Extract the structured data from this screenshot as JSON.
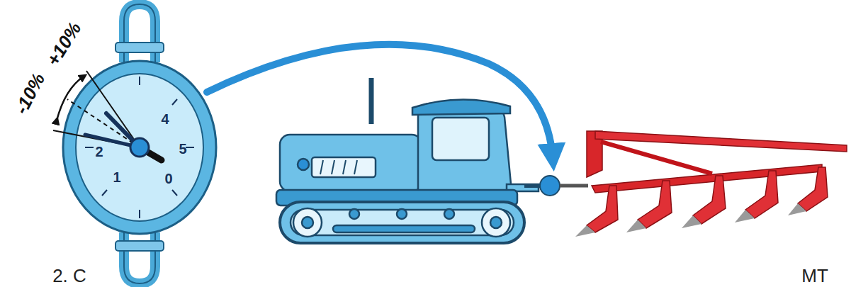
{
  "diagram": {
    "labels": [
      "-10%",
      "+10%",
      "4",
      "5",
      "0",
      "1",
      "2",
      "2. С",
      "МТ"
    ]
  }
}
